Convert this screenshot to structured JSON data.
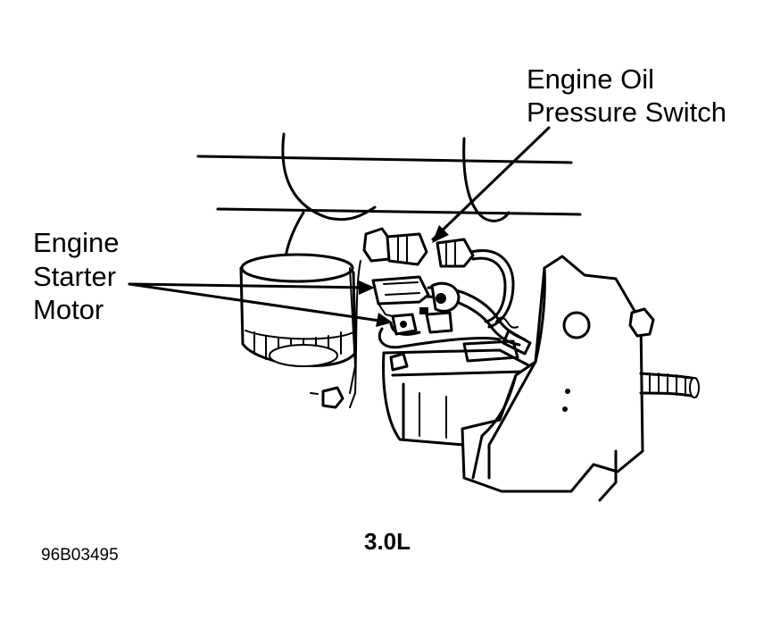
{
  "labels": {
    "oil_switch_line1": "Engine Oil",
    "oil_switch_line2": "Pressure Switch",
    "starter_line1": "Engine",
    "starter_line2": "Starter",
    "starter_line3": "Motor"
  },
  "caption": "3.0L",
  "figure_id": "96B03495"
}
